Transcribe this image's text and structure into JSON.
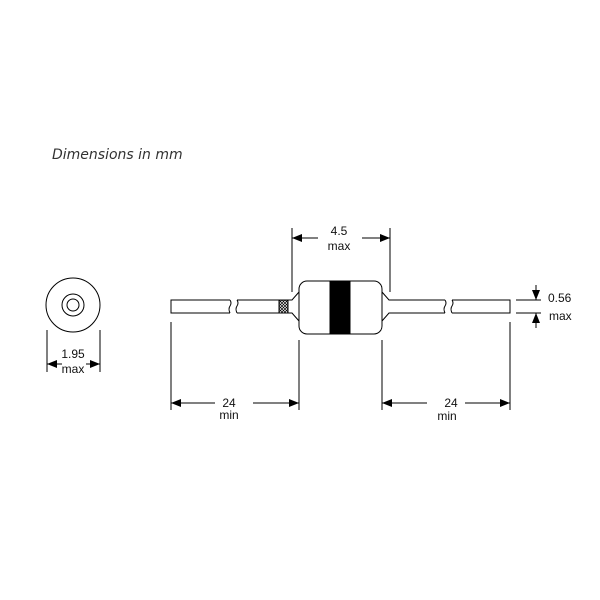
{
  "caption": "Dimensions in mm",
  "dimensions": {
    "end_diameter": {
      "value": "1.95",
      "qualifier": "max"
    },
    "body_length": {
      "value": "4.5",
      "qualifier": "max"
    },
    "lead_diameter": {
      "value": "0.56",
      "qualifier": "max"
    },
    "left_lead_length": {
      "value": "24",
      "qualifier": "min"
    },
    "right_lead_length": {
      "value": "24",
      "qualifier": "min"
    }
  }
}
